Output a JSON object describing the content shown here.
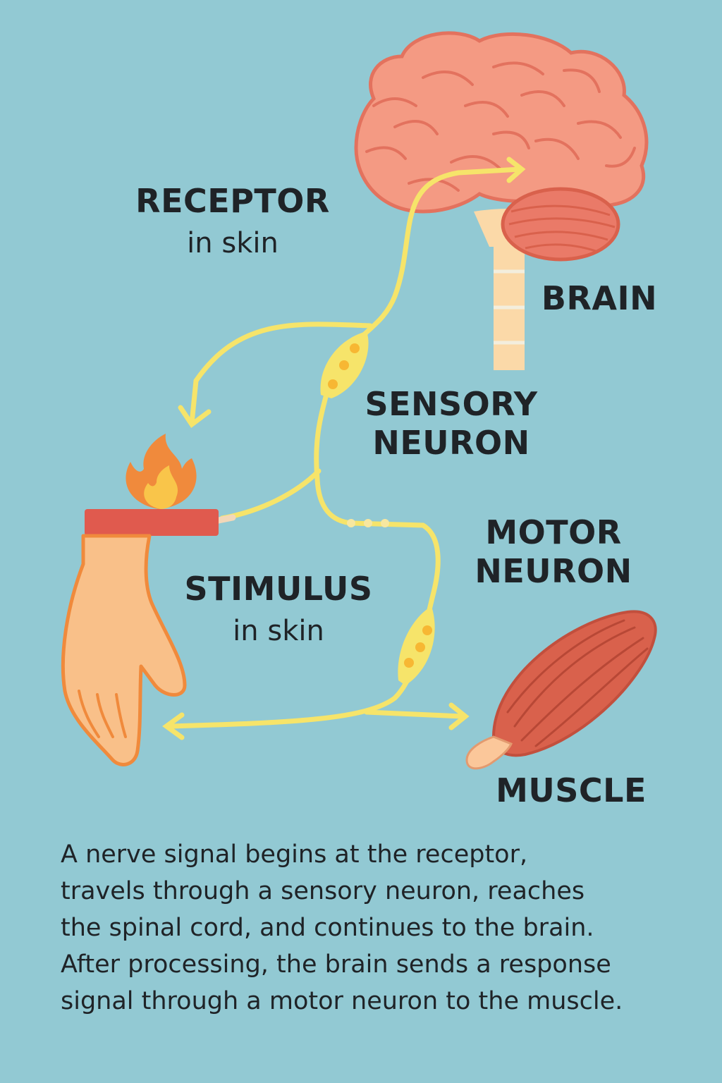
{
  "labels": {
    "receptor_title": "RECEPTOR",
    "receptor_sub": "in skin",
    "brain": "BRAIN",
    "sensory_line1": "SENSORY",
    "sensory_line2": "NEURON",
    "motor_line1": "MOTOR",
    "motor_line2": "NEURON",
    "stimulus_title": "STIMULUS",
    "stimulus_sub": "in skin",
    "muscle": "MUSCLE"
  },
  "caption": {
    "line1": "A nerve signal begins at the receptor,",
    "line2": "travels through a sensory neuron, reaches",
    "line3": "the spinal cord, and continues to the brain.",
    "line4": "After processing, the brain sends a response",
    "line5": "signal through a motor neuron to the muscle."
  },
  "colors": {
    "background": "#92c9d3",
    "brain": "#f49a83",
    "brain_outline": "#e3725e",
    "spinal_cord": "#fbd9a8",
    "nerve": "#f6e46a",
    "flame_outer": "#f08a3c",
    "flame_inner": "#f9c54a",
    "skin_band": "#e05a4e",
    "hand": "#f9c089",
    "muscle": "#d9614c",
    "text": "#1f2327"
  },
  "icons": [
    "brain-icon",
    "spinal-cord-icon",
    "flame-icon",
    "hand-icon",
    "muscle-icon",
    "sensory-neuron-cell-icon",
    "motor-neuron-cell-icon"
  ]
}
